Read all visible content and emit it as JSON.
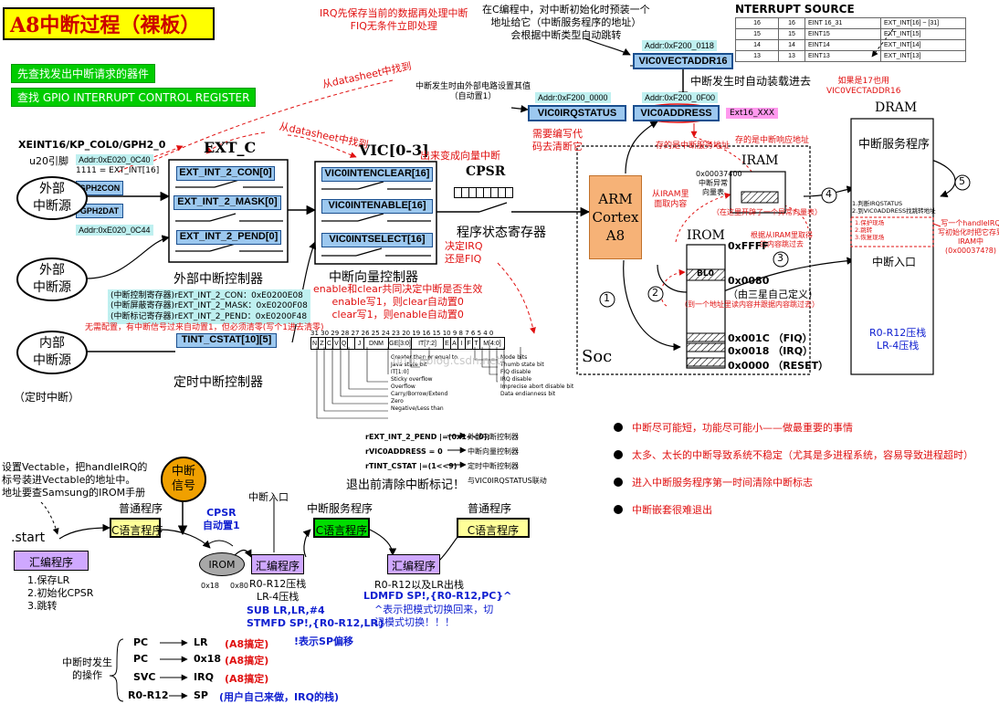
{
  "title": "A8中断过程（裸板）",
  "notes": {
    "find_device": "先查找发出中断请求的器件",
    "find_gpio": "查找 GPIO INTERRUPT CONTROL REGISTER",
    "irq_top": "IRQ先保存当前的数据再处理中断\nFIQ无条件立即处理",
    "c_init": "在C编程中，对中断初始化时预装一个\n地址给它（中断服务程序的地址）\n会根据中断类型自动跳转",
    "from_datasheet1": "从datasheet中找到",
    "from_datasheet2": "从datasheet中找到",
    "auto_load": "中断发生时自动装载进去",
    "ext_source_note": "中断发生时由外部电路设置其值\n（自动置1）",
    "need_clear": "需要编写代\n码去清断它",
    "isr_addr_note": "存的是中断服务地址",
    "vector_addr_note": "存的是中断响应地址",
    "from_iram_read": "从IRAM里\n面取内容",
    "from_iram_take": "根据从IRAM里取得\n的内容跳过去",
    "iram_space": "（在这里开辟了一个异常向量表）",
    "rom_jump": "（到一个地址里读内容并跟据内容跳过去）",
    "handleirq_note": "写一个handleIRQ\n写初始化时把它存到\nIRAM中\n(0x000374?8)",
    "vic_out": "出来变成向量中断",
    "decide_irq": "决定IRQ\n还是FIQ",
    "enable_clear": "enable和clear共同决定中断是否生效\nenable写1，则clear自动置0\nclear写1，则enable自动置0",
    "no_config": "无需配置，有中断信号过来自动置1，但必须清零(写个1进去清零)",
    "exit_clear": "退出前清除中断标记！",
    "vectable": "设置Vectable，把handleIRQ的\n标号装进Vectable的地址中。\n地址要查Samsung的IROM手册",
    "if_17": "如果是17也用\nVIC0VECTADDR16",
    "exit_list": "rEXT_INT_2_PEND |=(0x1<<0);\nrVIC0ADDRESS = 0\nrTINT_CSTAT |=(1<<9)",
    "exit_list_desc": "外部中断控制器\n中断向量控制器\n定时中断控制器\n与VIC0IRQSTATUS联动"
  },
  "interrupt_source": {
    "title": "NTERRUPT SOURCE",
    "rows": [
      [
        "16",
        "16",
        "EINT 16_31",
        "EXT_INT[16] ~ [31]"
      ],
      [
        "15",
        "15",
        "EINT15",
        "EXT_INT[15]"
      ],
      [
        "14",
        "14",
        "EINT14",
        "EXT_INT[14]"
      ],
      [
        "13",
        "13",
        "EINT13",
        "EXT_INT[13]"
      ]
    ]
  },
  "gpio": {
    "pin_name": "XEINT16/KP_COL0/GPH2_0",
    "u20": "u20引脚",
    "addr1": "Addr:0xE020_0C40",
    "ext_int": "1111 = EXT_INT[16]",
    "gph2con": "GPH2CON",
    "gph2dat": "GPH2DAT",
    "addr2": "Addr:0xE020_0C44"
  },
  "sources": {
    "ext1": "外部\n中断源",
    "ext2": "外部\n中断源",
    "internal": "内部\n中断源",
    "timer_note": "（定时中断）"
  },
  "ext_c": {
    "label": "EXT_C",
    "regs": [
      "EXT_INT_2_CON[0]",
      "EXT_INT_2_MASK[0]",
      "EXT_INT_2_PEND[0]"
    ],
    "caption": "外部中断控制器",
    "regaddrs": "(中断控制寄存器)rEXT_INT_2_CON：0xE0200E08\n(中断屏蔽寄存器)rEXT_INT_2_MASK：0xE0200F08\n(中断标记寄存器)rEXT_INT_2_PEND：0xE0200F48"
  },
  "timer": {
    "reg": "TINT_CSTAT[10][5]",
    "caption": "定时中断控制器"
  },
  "vic": {
    "label": "VIC[0-3]",
    "regs": [
      "VIC0INTENCLEAR[16]",
      "VIC0INTENABLE[16]",
      "VIC0INTSELECT[16]"
    ],
    "caption": "中断向量控制器",
    "irqstatus": "VIC0IRQSTATUS",
    "irqstatus_addr": "Addr:0xF200_0000",
    "vectaddr": "VIC0VECTADDR16",
    "vectaddr_addr": "Addr:0xF200_0118",
    "address": "VIC0ADDRESS",
    "address_addr": "Addr:0xF200_0F00",
    "ext16": "Ext16_XXX"
  },
  "cpsr": {
    "label": "CPSR",
    "caption": "程序状态寄存器",
    "bits": [
      "N",
      "Z",
      "C",
      "V",
      "Q",
      "",
      "J",
      "DNM",
      "GE[3:0]",
      "IT[7:2]",
      "E",
      "A",
      "I",
      "F",
      "T",
      "M[4:0]"
    ],
    "bitnums": "31 30 29 28 27 26 25 24 23      20 19    16 15        10  9  8  7  6  5  4     0",
    "legend_right": [
      "Mode bits",
      "Thumb state bit",
      "FIQ disable",
      "IRQ disable",
      "Imprecise abort disable bit",
      "Data endianness bit"
    ],
    "legend_left": [
      "Greater than or equal to",
      "Java state bit",
      "IT[1:0]",
      "Sticky overflow",
      "Overflow",
      "Carry/Borrow/Extend",
      "Zero",
      "Negative/Less than"
    ]
  },
  "soc": {
    "cpu": "ARM\nCortex\nA8",
    "label": "Soc",
    "iram": "IRAM",
    "iram_addr": "0x00037400",
    "iram_desc": "中断异常\n向量表",
    "irom": "IROM",
    "rom_ffff": "0xFFFF",
    "rom_0080": "0x0080",
    "rom_0080_desc": "（由三星自己定义）",
    "rom_b10": "BL0",
    "rom_001c": "0x001C （FIQ）",
    "rom_0018": "0x0018 （IRQ）",
    "rom_0000": "0x0000 （RESET）"
  },
  "dram": {
    "label": "DRAM",
    "isr": "中断服务程序",
    "steps": "1.判断IRQSTATUS\n2.到VIC0ADDRESS找跳转地址",
    "substeps": "1.保护现场\n2.跳转\n3.恢复现场",
    "entry": "中断入口",
    "stack": "R0-R12压栈\nLR-4压栈"
  },
  "circles": [
    "1",
    "2",
    "3",
    "4",
    "5"
  ],
  "bullets": [
    "中断尽可能短，功能尽可能小——做最重要的事情",
    "太多、太长的中断导致系统不稳定（尤其是多进程系统，容易导致进程超时）",
    "进入中断服务程序第一时间清除中断标志",
    "中断嵌套很难退出"
  ],
  "flow": {
    "start": ".start",
    "asm1": "汇编程序",
    "asm1_steps": "1.保存LR\n2.初始化CPSR\n3.跳转",
    "normal1": "普通程序",
    "c1": "C语言程序",
    "signal": "中断\n信号",
    "cpsr_auto": "CPSR\n自动置1",
    "irom": "IROM",
    "irom_x18": "0x18",
    "irom_x80": "0x80",
    "entry": "中断入口",
    "asm2": "汇编程序",
    "asm2_desc": "R0-R12压栈\nLR-4压栈",
    "asm2_code": "SUB LR,LR,#4\nSTMFD SP!,{R0-R12,LR}",
    "asm2_code_note": "!表示SP偏移",
    "isr": "中断服务程序",
    "c2": "C语言程序",
    "asm3": "汇编程序",
    "asm3_desc": "R0-R12以及LR出栈",
    "asm3_code": "LDMFD SP!,{R0-R12,PC}^",
    "asm3_note": "^表示把模式切换回来，切\n记模式切换！！！",
    "normal2": "普通程序",
    "c3": "C语言程序"
  },
  "ops": {
    "title": "中断时发生\n的操作",
    "rows": [
      {
        "src": "PC",
        "dst": "LR",
        "note": "(A8搞定)"
      },
      {
        "src": "PC",
        "dst": "0x18",
        "note": "(A8搞定)"
      },
      {
        "src": "SVC",
        "dst": "IRQ",
        "note": "(A8搞定)"
      },
      {
        "src": "R0-R12",
        "dst": "SP",
        "note": "(用户自己来做，IRQ的栈)"
      }
    ]
  },
  "watermark": "http://blog.csdn.net/"
}
